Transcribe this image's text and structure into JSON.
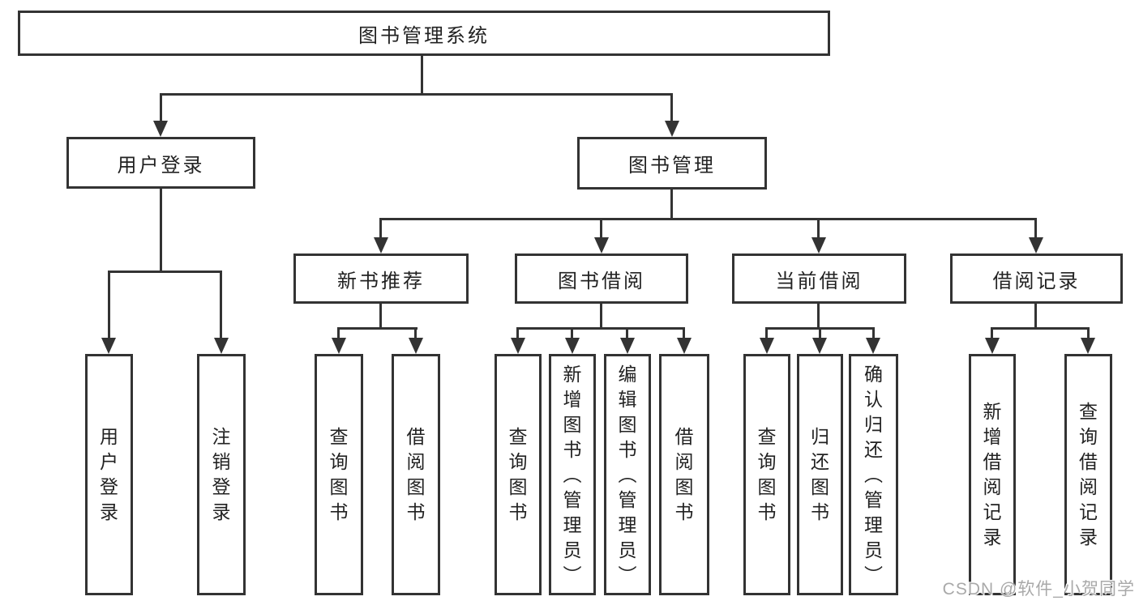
{
  "tree": {
    "root": {
      "label": "图书管理系统"
    },
    "branches": [
      {
        "label": "用户登录",
        "children": [
          {
            "label": "用户登录"
          },
          {
            "label": "注销登录"
          }
        ]
      },
      {
        "label": "图书管理",
        "children": [
          {
            "label": "新书推荐",
            "children": [
              {
                "label": "查询图书"
              },
              {
                "label": "借阅图书"
              }
            ]
          },
          {
            "label": "图书借阅",
            "children": [
              {
                "label": "查询图书"
              },
              {
                "label": "新增图书（管理员）"
              },
              {
                "label": "编辑图书（管理员）"
              },
              {
                "label": "借阅图书"
              }
            ]
          },
          {
            "label": "当前借阅",
            "children": [
              {
                "label": "查询图书"
              },
              {
                "label": "归还图书"
              },
              {
                "label": "确认归还（管理员）"
              }
            ]
          },
          {
            "label": "借阅记录",
            "children": [
              {
                "label": "新增借阅记录"
              },
              {
                "label": "查询借阅记录"
              }
            ]
          }
        ]
      }
    ]
  },
  "watermark": {
    "text": "CSDN @软件_小贺同学"
  },
  "colors": {
    "line": "#333333",
    "text": "#222222",
    "background": "#ffffff",
    "watermark": "#a9a9a9"
  }
}
